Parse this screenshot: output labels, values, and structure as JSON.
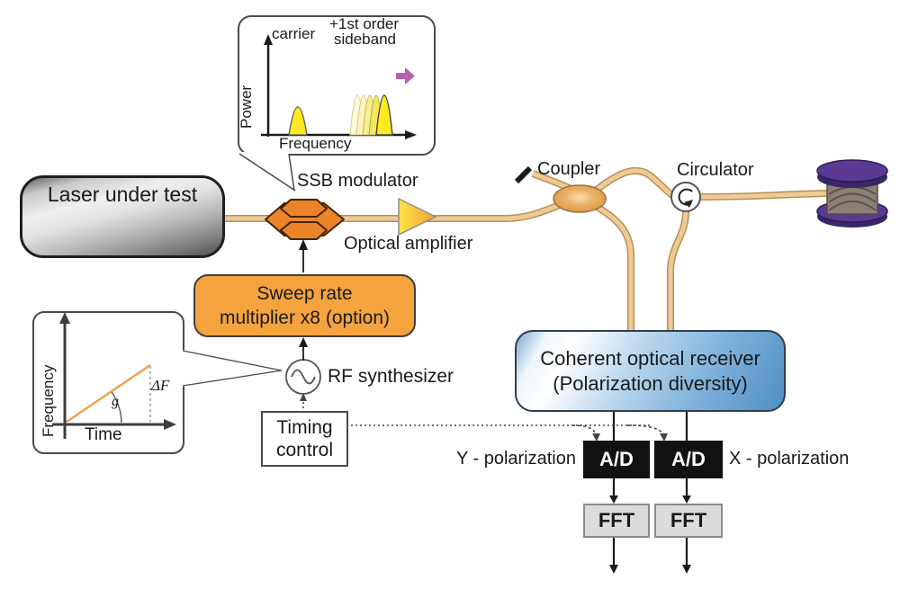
{
  "labels": {
    "laser": "Laser under test",
    "ssb": "SSB modulator",
    "amplifier": "Optical amplifier",
    "coupler": "Coupler",
    "circulator": "Circulator",
    "sweep_line1": "Sweep rate",
    "sweep_line2": "multiplier x8 (option)",
    "rf": "RF synthesizer",
    "timing_line1": "Timing",
    "timing_line2": "control",
    "receiver_line1": "Coherent optical receiver",
    "receiver_line2": "(Polarization diversity)",
    "y_pol": "Y - polarization",
    "x_pol": "X - polarization",
    "ad": "A/D",
    "fft": "FFT"
  },
  "inset_spectrum": {
    "type": "schematic-spectrum",
    "ylabel": "Power",
    "xlabel": "Frequency",
    "carrier": "carrier",
    "sideband_line1": "+1st order",
    "sideband_line2": "sideband"
  },
  "inset_chirp": {
    "type": "schematic-ramp",
    "ylabel": "Frequency",
    "xlabel": "Time",
    "slope_symbol": "g",
    "excursion_symbol": "ΔF"
  },
  "colors": {
    "fiber": "#eecb96",
    "fiber_edge": "#b98e55",
    "modulator_orange": "#ed8329",
    "sweep_box_orange": "#f4a33f",
    "amplifier_yellow": "#ffd83a",
    "coupler_orange": "#e8a156",
    "receiver_blue": "#5e9bcb",
    "spool_purple": "#5b3a96",
    "laser_green": "#2d7a35",
    "spectrum_yellow": "#ffe922",
    "sideband_arrow_magenta": "#b565b0",
    "chirp_ramp_orange": "#f0a050",
    "ad_black": "#111111",
    "fft_gray": "#dcdcdc"
  }
}
